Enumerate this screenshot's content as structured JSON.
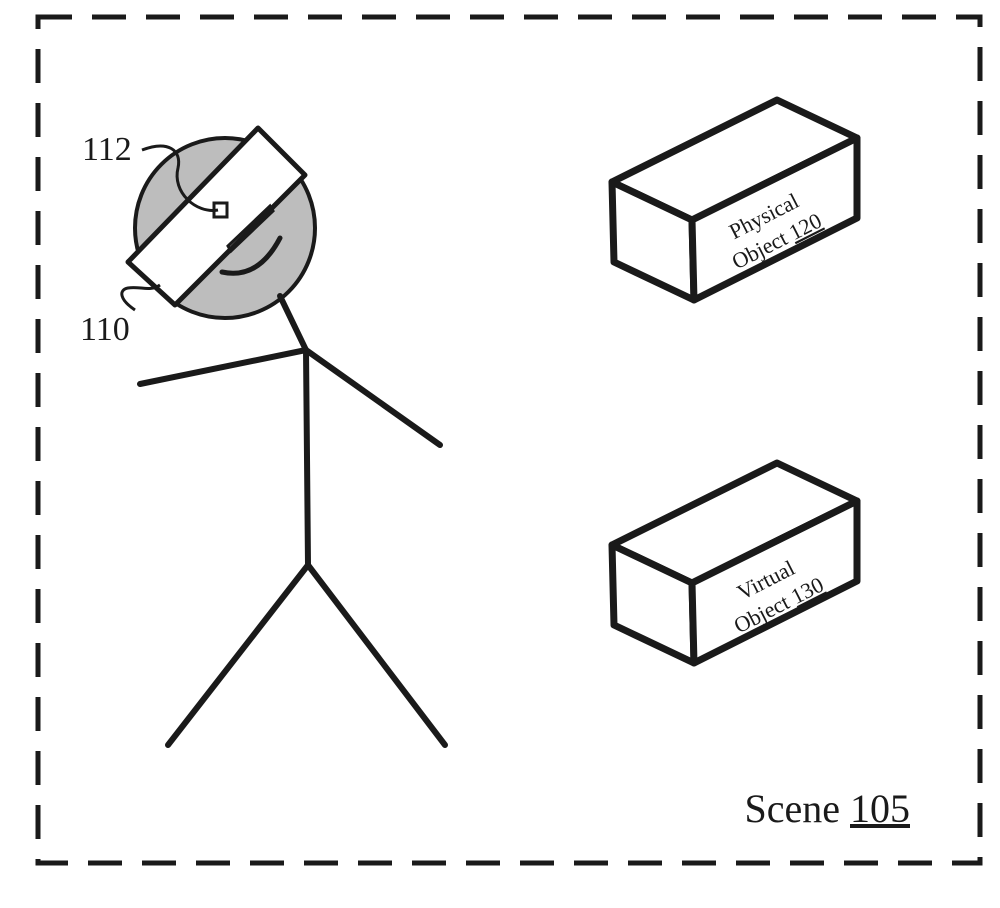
{
  "figure": {
    "colors": {
      "ink": "#1a1a1a",
      "head_fill": "#bdbdbd",
      "background": "#ffffff"
    },
    "user": {
      "hmd_ref": "112",
      "camera_ref": "110"
    },
    "physical_object": {
      "line1": "Physical",
      "line2_word": "Object",
      "line2_ref": "120"
    },
    "virtual_object": {
      "line1": "Virtual",
      "line2_word": "Object",
      "line2_ref": "130"
    },
    "scene": {
      "word": "Scene",
      "ref": "105"
    }
  }
}
